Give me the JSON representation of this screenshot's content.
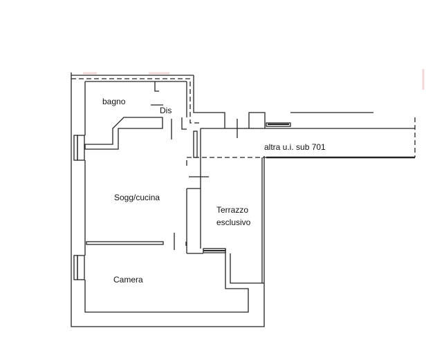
{
  "rooms": {
    "bagno": "bagno",
    "dis": "Dis",
    "soggiorno": "Sogg/cucina",
    "terrazzo_1": "Terrazzo",
    "terrazzo_2": "esclusivo",
    "camera": "Camera",
    "altra": "altra u.i. sub 701"
  },
  "colors": {
    "wall": "#222222",
    "faint": "#f0d8d8"
  }
}
